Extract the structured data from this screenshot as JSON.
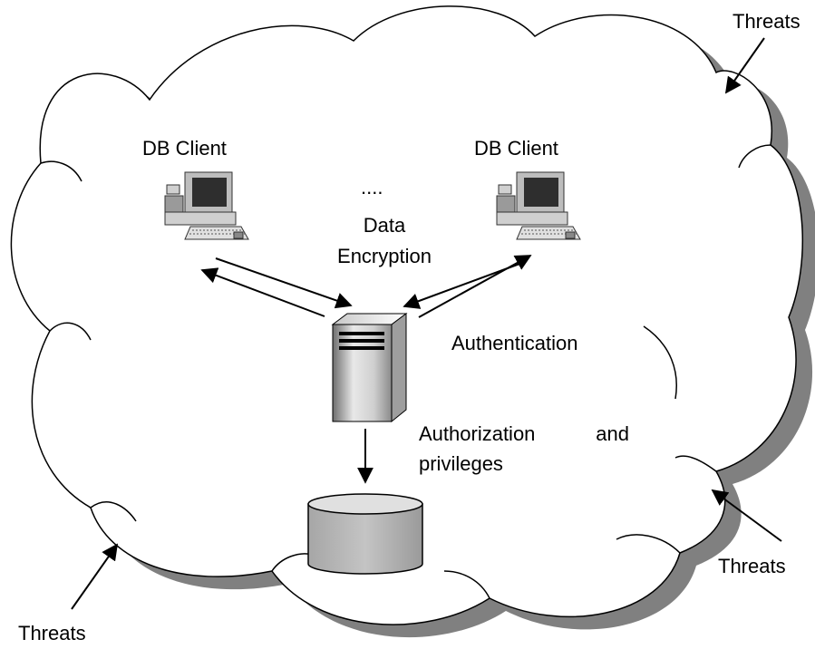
{
  "labels": {
    "db_client_left": "DB Client",
    "db_client_right": "DB Client",
    "ellipsis": "....",
    "encryption_line1": "Data",
    "encryption_line2": "Encryption",
    "authentication": "Authentication",
    "authorization_word": "Authorization",
    "authorization_and": "and",
    "authorization_line2": "privileges",
    "threats_top_right": "Threats",
    "threats_bottom_right": "Threats",
    "threats_bottom_left": "Threats"
  },
  "icons": {
    "client_left": "desktop-computer-icon",
    "client_right": "desktop-computer-icon",
    "server": "server-tower-icon",
    "database": "database-cylinder-icon"
  },
  "colors": {
    "cloud_fill": "#ffffff",
    "cloud_shadow": "#808080",
    "stroke": "#000000",
    "cylinder_fill": "#b8b8b8"
  }
}
